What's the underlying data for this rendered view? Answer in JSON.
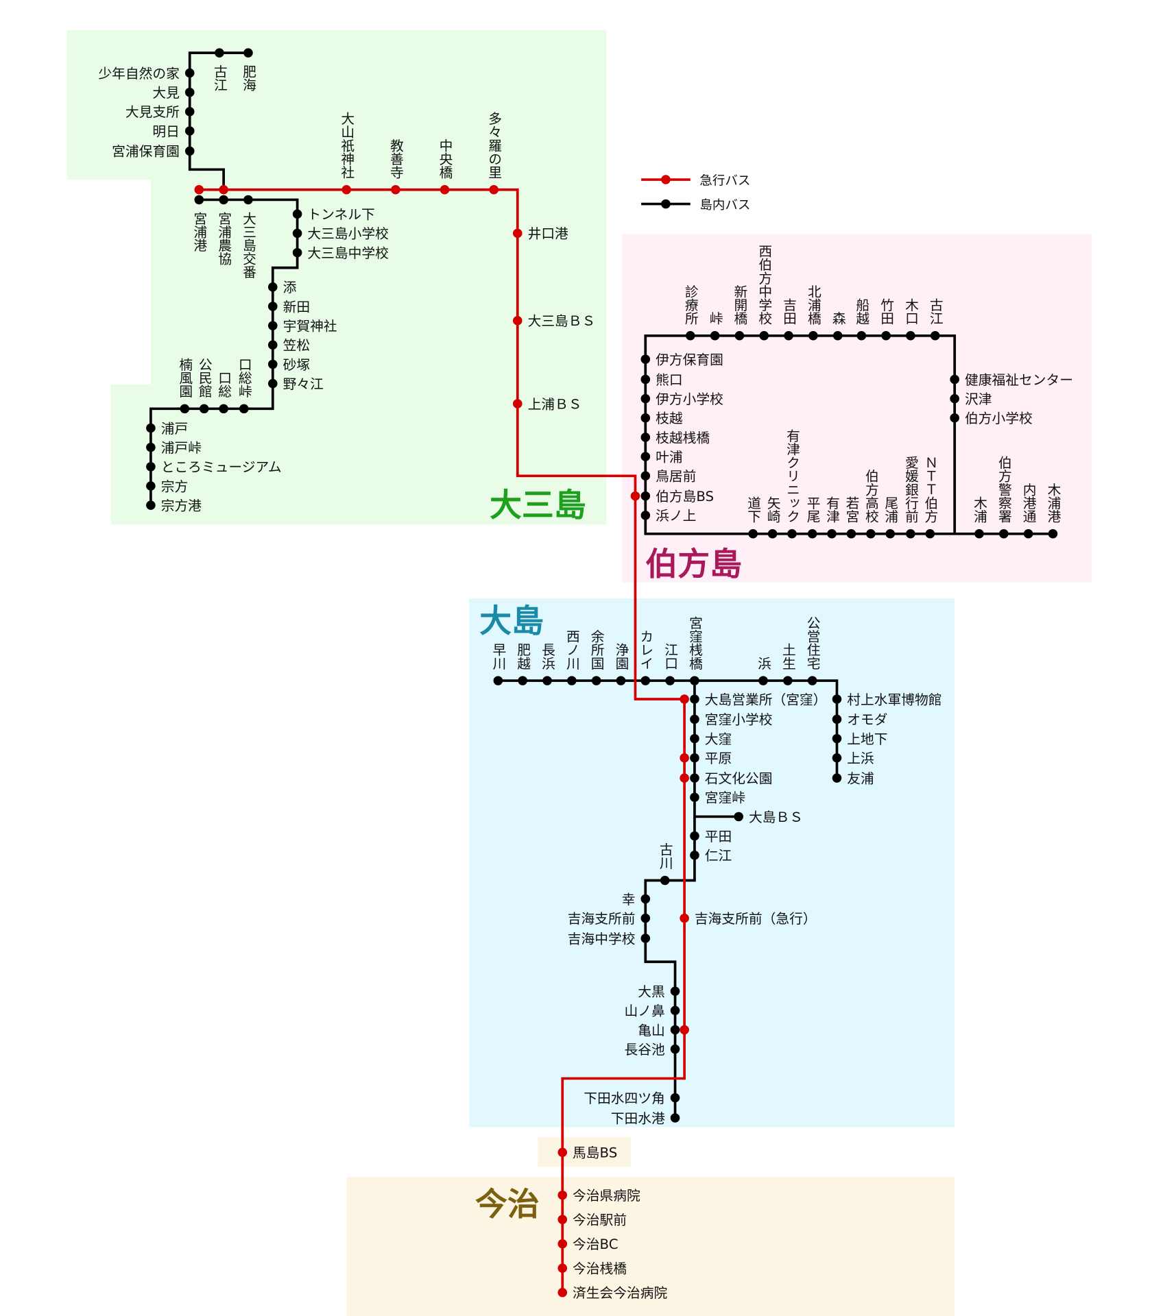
{
  "colors": {
    "express": "#d40000",
    "local": "#000000",
    "omishima_bg": "#e8fce8",
    "hakata_bg": "#fff0f7",
    "oshima_bg": "#e0f8fe",
    "imabari_bg": "#fdf5e3",
    "omishima_label": "#1ea01e",
    "hakata_label": "#a8185a",
    "oshima_label": "#1a8aa8",
    "imabari_label": "#7a6010"
  },
  "legend": {
    "express": "急行バス",
    "local": "島内バス"
  },
  "islands": {
    "omishima": "大三島",
    "hakata": "伯方島",
    "oshima": "大島",
    "imabari": "今治"
  },
  "stations": {
    "omi_top": [
      "古江",
      "肥海"
    ],
    "omi_north": [
      "少年自然の家",
      "大見",
      "大見支所",
      "明日",
      "宮浦保育園"
    ],
    "omi_express": [
      "大山祇神社",
      "教善寺",
      "中央橋",
      "多々羅の里"
    ],
    "omi_express_south": [
      "井口港",
      "大三島ＢＳ",
      "上浦ＢＳ"
    ],
    "omi_port": [
      "宮浦港",
      "宮浦農協",
      "大三島交番"
    ],
    "omi_tunnel": [
      "トンネル下",
      "大三島小学校",
      "大三島中学校"
    ],
    "omi_mid": [
      "添",
      "新田",
      "宇賀神社",
      "笠松",
      "砂塚",
      "野々江"
    ],
    "omi_row": [
      "楠風園",
      "公民館",
      "口総",
      "口総峠"
    ],
    "omi_south": [
      "浦戸",
      "浦戸峠",
      "ところミュージアム",
      "宗方",
      "宗方港"
    ],
    "hak_top": [
      "診療所",
      "峠",
      "新開橋",
      "西伯方中学校",
      "吉田",
      "北浦橋",
      "森",
      "船越",
      "竹田",
      "木口",
      "古江"
    ],
    "hak_left": [
      "伊方保育園",
      "熊口",
      "伊方小学校",
      "枝越",
      "枝越桟橋",
      "叶浦",
      "鳥居前",
      "伯方島BS",
      "浜ノ上"
    ],
    "hak_right": [
      "健康福祉センター",
      "沢津",
      "伯方小学校"
    ],
    "hak_bottom": [
      "道下",
      "矢崎",
      "有津クリニック",
      "平尾",
      "有津",
      "若宮",
      "伯方高校",
      "尾浦",
      "愛媛銀行前",
      "ＮＴＴ伯方",
      "木浦",
      "伯方警察署",
      "内港通",
      "木浦港"
    ],
    "osh_top": [
      "早川",
      "肥越",
      "長浜",
      "西ノ川",
      "余所国",
      "浄園",
      "カレイ",
      "江口",
      "宮窪桟橋",
      "浜",
      "土生",
      "公営住宅"
    ],
    "osh_east": [
      "村上水軍博物館",
      "オモダ",
      "上地下",
      "上浜",
      "友浦"
    ],
    "osh_main": [
      "大島営業所（宮窪）",
      "宮窪小学校",
      "大窪",
      "平原",
      "石文化公園",
      "宮窪峠",
      "大島ＢＳ",
      "平田",
      "仁江"
    ],
    "osh_furukawa": [
      "古川"
    ],
    "osh_yoshiumi": [
      "幸",
      "吉海支所前",
      "吉海中学校"
    ],
    "osh_express": [
      "吉海支所前（急行）"
    ],
    "osh_south": [
      "大黒",
      "山ノ鼻",
      "亀山",
      "長谷池",
      "下田水四ツ角",
      "下田水港"
    ],
    "umashima": [
      "馬島BS"
    ],
    "imabari": [
      "今治県病院",
      "今治駅前",
      "今治BC",
      "今治桟橋",
      "済生会今治病院"
    ]
  }
}
